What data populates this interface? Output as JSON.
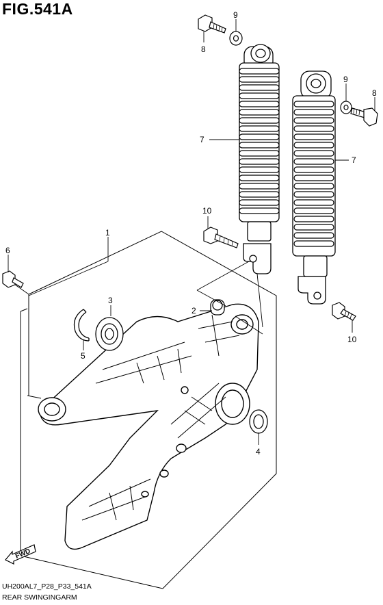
{
  "figure": {
    "title": "FIG.541A",
    "code": "UH200AL7_P28_P33_541A",
    "name": "REAR SWINGINGARM"
  },
  "fwd_arrow": {
    "label": "FWD"
  },
  "callouts": [
    {
      "id": "c1",
      "label": "1"
    },
    {
      "id": "c2",
      "label": "2"
    },
    {
      "id": "c3",
      "label": "3"
    },
    {
      "id": "c4",
      "label": "4"
    },
    {
      "id": "c5",
      "label": "5"
    },
    {
      "id": "c6",
      "label": "6"
    },
    {
      "id": "c7a",
      "label": "7"
    },
    {
      "id": "c7b",
      "label": "7"
    },
    {
      "id": "c8a",
      "label": "8"
    },
    {
      "id": "c8b",
      "label": "8"
    },
    {
      "id": "c9a",
      "label": "9"
    },
    {
      "id": "c9b",
      "label": "9"
    },
    {
      "id": "c10a",
      "label": "10"
    },
    {
      "id": "c10b",
      "label": "10"
    }
  ]
}
